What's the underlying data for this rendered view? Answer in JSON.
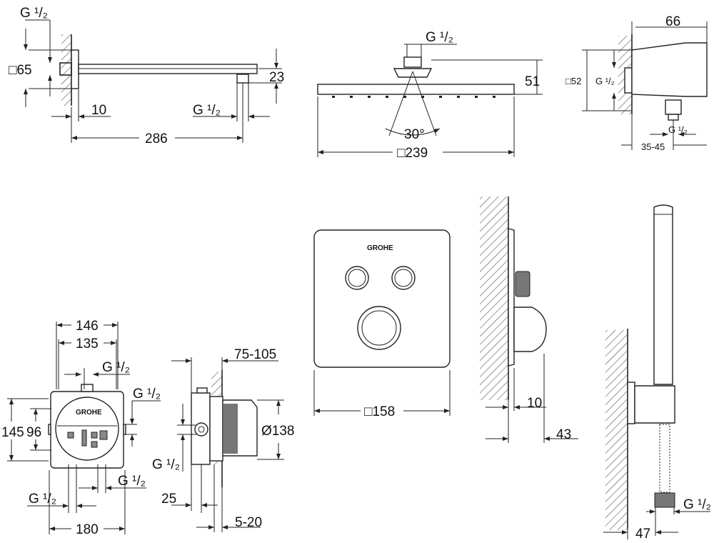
{
  "shower_arm": {
    "thread_top": "G ¹/₂",
    "flange": "□65",
    "wall_gap": "10",
    "thread_outlet": "G ¹/₂",
    "length": "286",
    "height": "23"
  },
  "head_shower": {
    "thread": "G ¹/₂",
    "height": "51",
    "angle": "30°",
    "size": "□239"
  },
  "wall_outlet": {
    "width": "66",
    "flange": "□52",
    "thread_side": "G ¹/₂",
    "thread_bottom": "G ¹/₂",
    "depth": "35-45"
  },
  "mounting_box": {
    "w146": "146",
    "w135": "135",
    "thread_top": "G ¹/₂",
    "thread_right": "G ¹/₂",
    "h145": "145",
    "h96": "96",
    "thread_bl": "G ¹/₂",
    "thread_br": "G ¹/₂",
    "w180": "180",
    "logo": "GROHE"
  },
  "mounting_side": {
    "depth": "75-105",
    "diameter": "Ø138",
    "thread": "G ¹/₂",
    "d25": "25",
    "range": "5-20"
  },
  "trim_front": {
    "logo": "GROHE",
    "size": "□158"
  },
  "trim_side": {
    "d10": "10",
    "d43": "43"
  },
  "hand_shower": {
    "thread": "G ¹/₂",
    "d47": "47"
  }
}
